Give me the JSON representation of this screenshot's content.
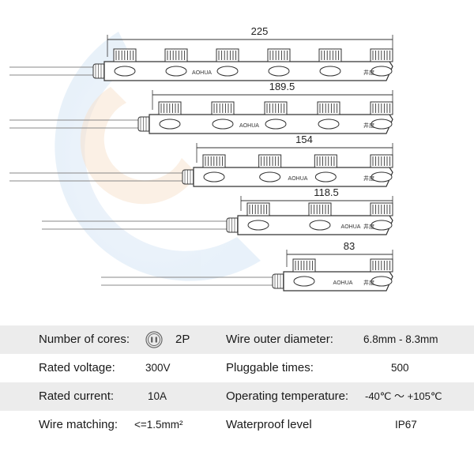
{
  "drawing": {
    "dimensions": [
      "225",
      "189.5",
      "154",
      "118.5",
      "83"
    ],
    "housing_text": "AOHUA",
    "mark_text": "井度"
  },
  "specs": {
    "rows": [
      {
        "left_label": "Number of cores:",
        "left_value": "2P",
        "right_label": "Wire outer diameter:",
        "right_value": "6.8mm - 8.3mm"
      },
      {
        "left_label": "Rated voltage:",
        "left_value": "300V",
        "right_label": "Pluggable times:",
        "right_value": "500"
      },
      {
        "left_label": "Rated current:",
        "left_value": "10A",
        "right_label": "Operating temperature:",
        "right_value": "-40℃ ～ +105℃"
      },
      {
        "left_label": "Wire matching:",
        "left_value": "<=1.5mm²",
        "right_label": "Waterproof level",
        "right_value": "IP67"
      }
    ]
  },
  "colors": {
    "line": "#333333",
    "shaded_row": "#ececec",
    "watermark": "#dbe9f6"
  }
}
